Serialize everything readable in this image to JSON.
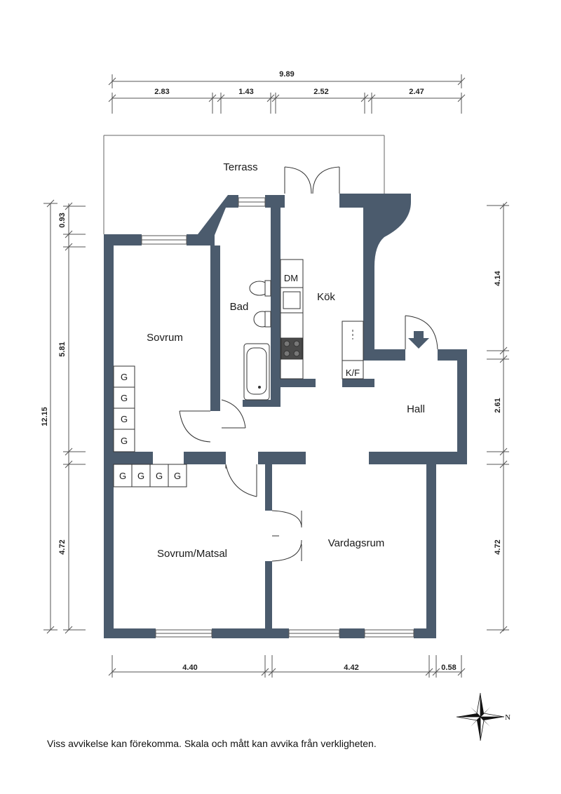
{
  "colors": {
    "wall": "#4b5b6d",
    "ink": "#1a1a1a",
    "line": "#555555"
  },
  "rooms": {
    "terrace": "Terrass",
    "bedroom": "Sovrum",
    "bath": "Bad",
    "kitchen": "Kök",
    "dishwasher": "DM",
    "fridge": "K/F",
    "hall": "Hall",
    "bedroom_dining": "Sovrum/Matsal",
    "living": "Vardagsrum"
  },
  "wardrobe_label": "G",
  "dimensions": {
    "top_total": "9.89",
    "top_segments": [
      "2.83",
      "1.43",
      "2.52",
      "2.47"
    ],
    "left_total": "12.15",
    "left_segments": [
      "0.93",
      "5.81",
      "4.72"
    ],
    "right_segments": [
      "4.14",
      "2.61",
      "4.72"
    ],
    "bottom_segments": [
      "4.40",
      "4.42",
      "0.58"
    ]
  },
  "compass_label": "N",
  "icons": [
    "compass-rose-icon",
    "entrance-arrow-icon"
  ],
  "disclaimer": "Viss avvikelse kan förekomma. Skala och mått kan avvika från verkligheten."
}
